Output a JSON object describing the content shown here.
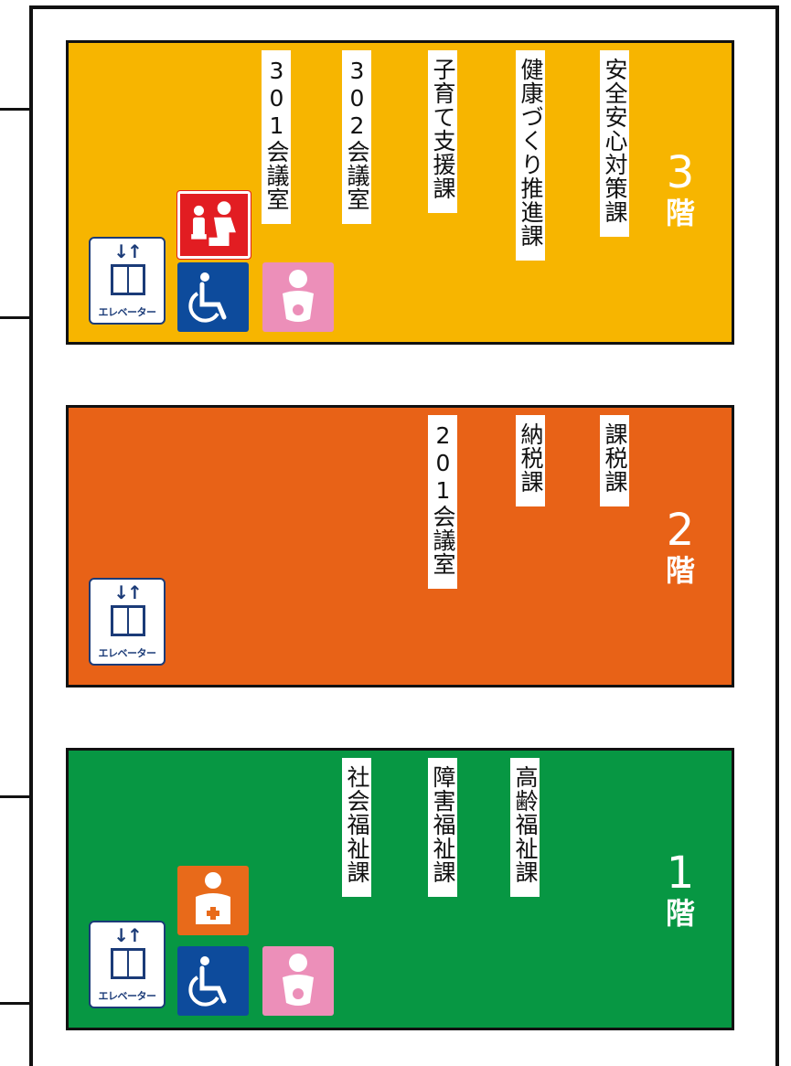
{
  "colors": {
    "floor3": "#f7b500",
    "floor2": "#e86217",
    "floor1": "#079743",
    "frame": "#111111"
  },
  "elevator_label": "エレベーター",
  "elevator_arrows": "↓↑",
  "floors": [
    {
      "number": "3",
      "kai": "階",
      "rooms": [
        "安全安心対策課",
        "健康づくり推進課",
        "子育て支援課",
        "302会議室",
        "301会議室"
      ],
      "icons": [
        "counseling-icon",
        "elevator-icon",
        "wheelchair-icon",
        "baby-icon"
      ]
    },
    {
      "number": "2",
      "kai": "階",
      "rooms": [
        "課税課",
        "納税課",
        "201会議室"
      ],
      "icons": [
        "elevator-icon"
      ]
    },
    {
      "number": "1",
      "kai": "階",
      "rooms": [
        "高齢福祉課",
        "障害福祉課",
        "社会福祉課"
      ],
      "icons": [
        "first-aid-icon",
        "elevator-icon",
        "wheelchair-icon",
        "baby-icon"
      ]
    }
  ]
}
